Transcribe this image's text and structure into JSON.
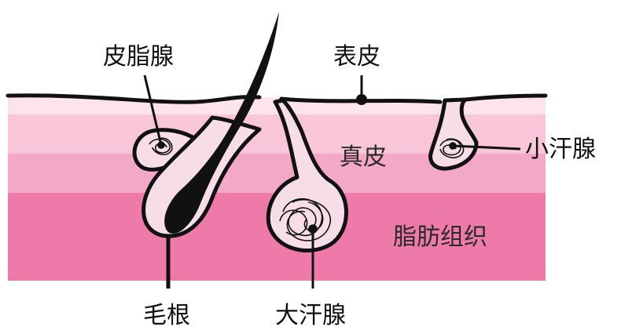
{
  "labels": {
    "sebaceous_gland": "皮脂腺",
    "epidermis": "表皮",
    "dermis": "真皮",
    "eccrine_gland": "小汗腺",
    "subcutaneous_fat": "脂肪组织",
    "hair_root": "毛根",
    "apocrine_gland": "大汗腺"
  },
  "colors": {
    "epidermis": "#fde3ec",
    "dermis_top": "#f8c6d8",
    "dermis_bottom": "#f3a9c5",
    "fat": "#ee7aa9",
    "outline": "#111111",
    "gland_fill": "#f7dde7"
  }
}
